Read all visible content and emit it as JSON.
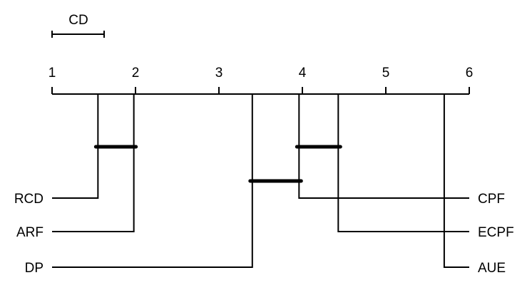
{
  "chart_data": {
    "type": "critical-difference",
    "cd_label": "CD",
    "cd_value": 0.6,
    "axis": {
      "min": 1,
      "max": 6,
      "ticks": [
        "1",
        "2",
        "3",
        "4",
        "5",
        "6"
      ]
    },
    "methods_left": [
      {
        "name": "RCD",
        "rank": 1.55
      },
      {
        "name": "ARF",
        "rank": 1.98
      },
      {
        "name": "DP",
        "rank": 3.4
      }
    ],
    "methods_right": [
      {
        "name": "CPF",
        "rank": 3.96
      },
      {
        "name": "ECPF",
        "rank": 4.43
      },
      {
        "name": "AUE",
        "rank": 5.7
      }
    ],
    "cliques": [
      {
        "from": 1.55,
        "to": 1.98
      },
      {
        "from": 3.96,
        "to": 4.43
      },
      {
        "from": 3.4,
        "to": 3.96
      }
    ]
  }
}
